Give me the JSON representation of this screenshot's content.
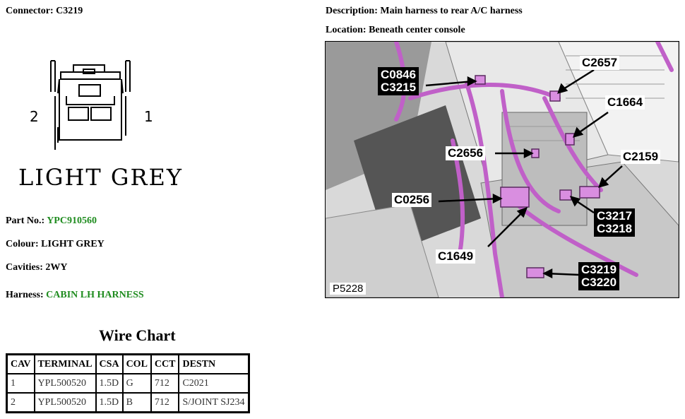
{
  "connector": {
    "label": "Connector:",
    "id": "C3219",
    "pin_left": "2",
    "pin_right": "1",
    "colour_caption": "LIGHT GREY"
  },
  "description": {
    "label": "Description:",
    "value": "Main harness to rear A/C harness"
  },
  "location": {
    "label": "Location:",
    "value": "Beneath center console"
  },
  "details": {
    "part_no": {
      "label": "Part No.:",
      "value": "YPC910560"
    },
    "colour": {
      "label": "Colour:",
      "value": "LIGHT GREY"
    },
    "cavities": {
      "label": "Cavities:",
      "value": "2WY"
    },
    "harness": {
      "label": "Harness:",
      "value": "CABIN LH HARNESS"
    }
  },
  "wire_chart": {
    "title": "Wire Chart",
    "headers": [
      "CAV",
      "TERMINAL",
      "CSA",
      "COL",
      "CCT",
      "DESTN"
    ],
    "rows": [
      [
        "1",
        "YPL500520",
        "1.5D",
        "G",
        "712",
        "C2021"
      ],
      [
        "2",
        "YPL500520",
        "1.5D",
        "B",
        "712",
        "S/JOINT SJ234"
      ]
    ]
  },
  "photo": {
    "code": "P5228",
    "callouts": {
      "c0846_c3215": [
        "C0846",
        "C3215"
      ],
      "c2657": "C2657",
      "c1664": "C1664",
      "c2656": "C2656",
      "c2159": "C2159",
      "c0256": "C0256",
      "c3217_c3218": [
        "C3217",
        "C3218"
      ],
      "c1649": "C1649",
      "c3219_c3220": [
        "C3219",
        "C3220"
      ]
    },
    "harness_color": "#c060c8"
  },
  "colors": {
    "accent_green": "#1f8c1f"
  }
}
